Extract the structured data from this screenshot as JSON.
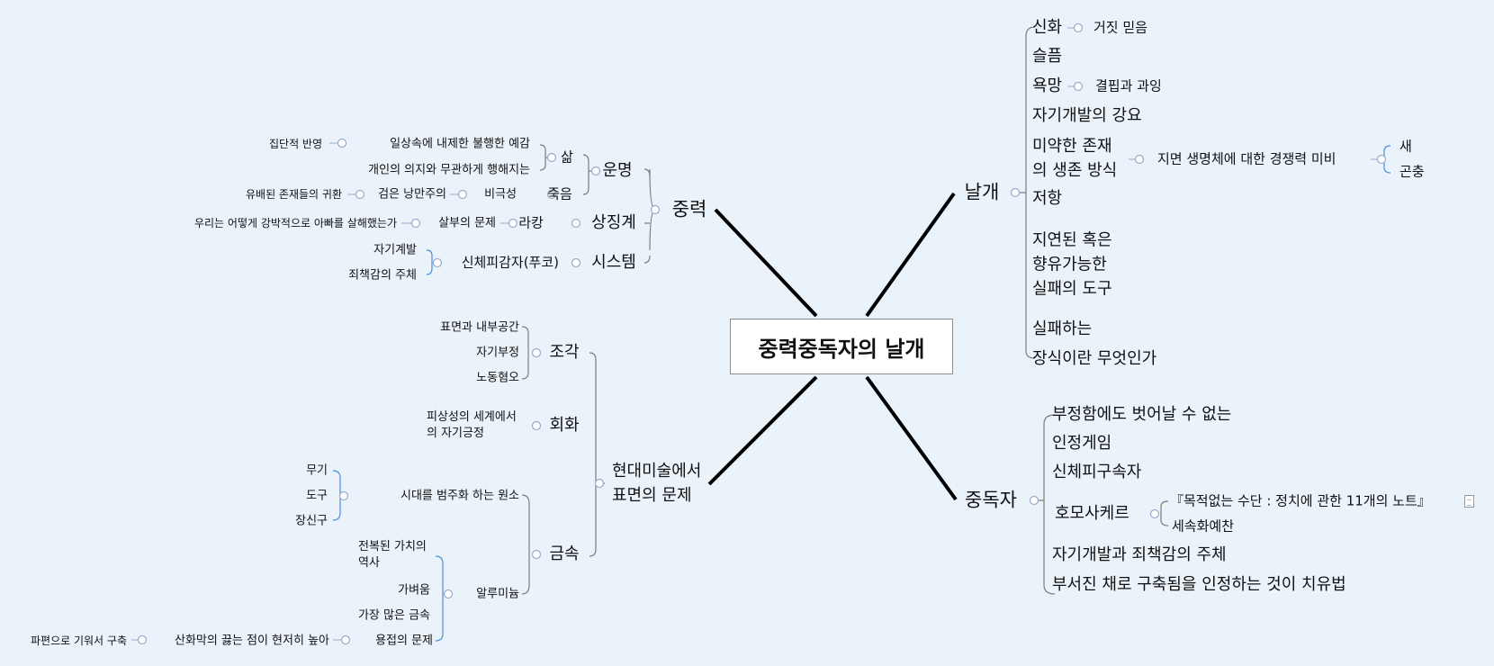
{
  "central": "중력중독자의 날개",
  "branches": {
    "gravity": {
      "label": "중력",
      "fate": {
        "label": "운명",
        "life": {
          "label": "삶",
          "premonition": "일상속에 내제한 불행한 예감",
          "collective": "집단적 반영",
          "unrelated": "개인의 의지와 무관하게 행해지는"
        },
        "death": {
          "label": "죽음",
          "tragedy": "비극성",
          "black_romanticism": "검은 낭만주의",
          "return": "유배된 존재들의 귀환"
        }
      },
      "symbolic": {
        "label": "상징계",
        "lacan": "라캉",
        "parricide": "살부의 문제",
        "question": "우리는 어떻게 강박적으로 아빠를 살해했는가"
      },
      "system": {
        "label": "시스템",
        "body": "신체피감자(푸코)",
        "self_dev": "자기계발",
        "guilt": "죄책감의 주체"
      }
    },
    "art": {
      "label": "현대미술에서 표면의 문제",
      "sculpture": {
        "label": "조각",
        "items": [
          "표면과 내부공간",
          "자기부정",
          "노동혐오"
        ]
      },
      "painting": {
        "label": "회화",
        "item": "피상성의 세계에서의 자기긍정"
      },
      "metal": {
        "label": "금속",
        "elements": {
          "label": "시대를 범주화 하는 원소",
          "items": [
            "무기",
            "도구",
            "장신구"
          ]
        },
        "aluminum": {
          "label": "알루미늄",
          "items": [
            "전복된 가치의 역사",
            "가벼움",
            "가장 많은 금속"
          ]
        },
        "welding": {
          "label": "용접의 문제",
          "oxide": "산화막의 끓는 점이 현저히 높아",
          "patch": "파편으로 기워서 구축"
        }
      }
    },
    "wings": {
      "label": "날개",
      "myth": {
        "label": "신화",
        "child": "거짓 믿음"
      },
      "sorrow": "슬픔",
      "desire": {
        "label": "욕망",
        "child": "결핍과 과잉"
      },
      "coercion": "자기개발의 강요",
      "weak": {
        "label": "미약한 존재의 생존 방식",
        "child": "지면 생명체에 대한 경쟁력 미비",
        "grandchildren": [
          "새",
          "곤충"
        ]
      },
      "resistance": "저항",
      "delayed": "지연된 혹은 향유가능한 실패의 도구",
      "failing": "실패하는",
      "ornament": "장식이란 무엇인가"
    },
    "addict": {
      "label": "중독자",
      "items": [
        "부정함에도 벗어날 수 없는",
        "인정게임",
        "신체피구속자"
      ],
      "homo": {
        "label": "호모사케르",
        "children": [
          "『목적없는 수단 : 정치에 관한 11개의 노트』",
          "세속화예찬"
        ]
      },
      "tail": [
        "자기개발과 죄책감의 주체",
        "부서진 채로 구축됨을 인정하는 것이 치유법"
      ]
    }
  },
  "colors": {
    "background": "#eaf2fa",
    "connector": "#7d7d7d",
    "bracket": "#4a90d9",
    "collapse": "#9aaacb"
  }
}
